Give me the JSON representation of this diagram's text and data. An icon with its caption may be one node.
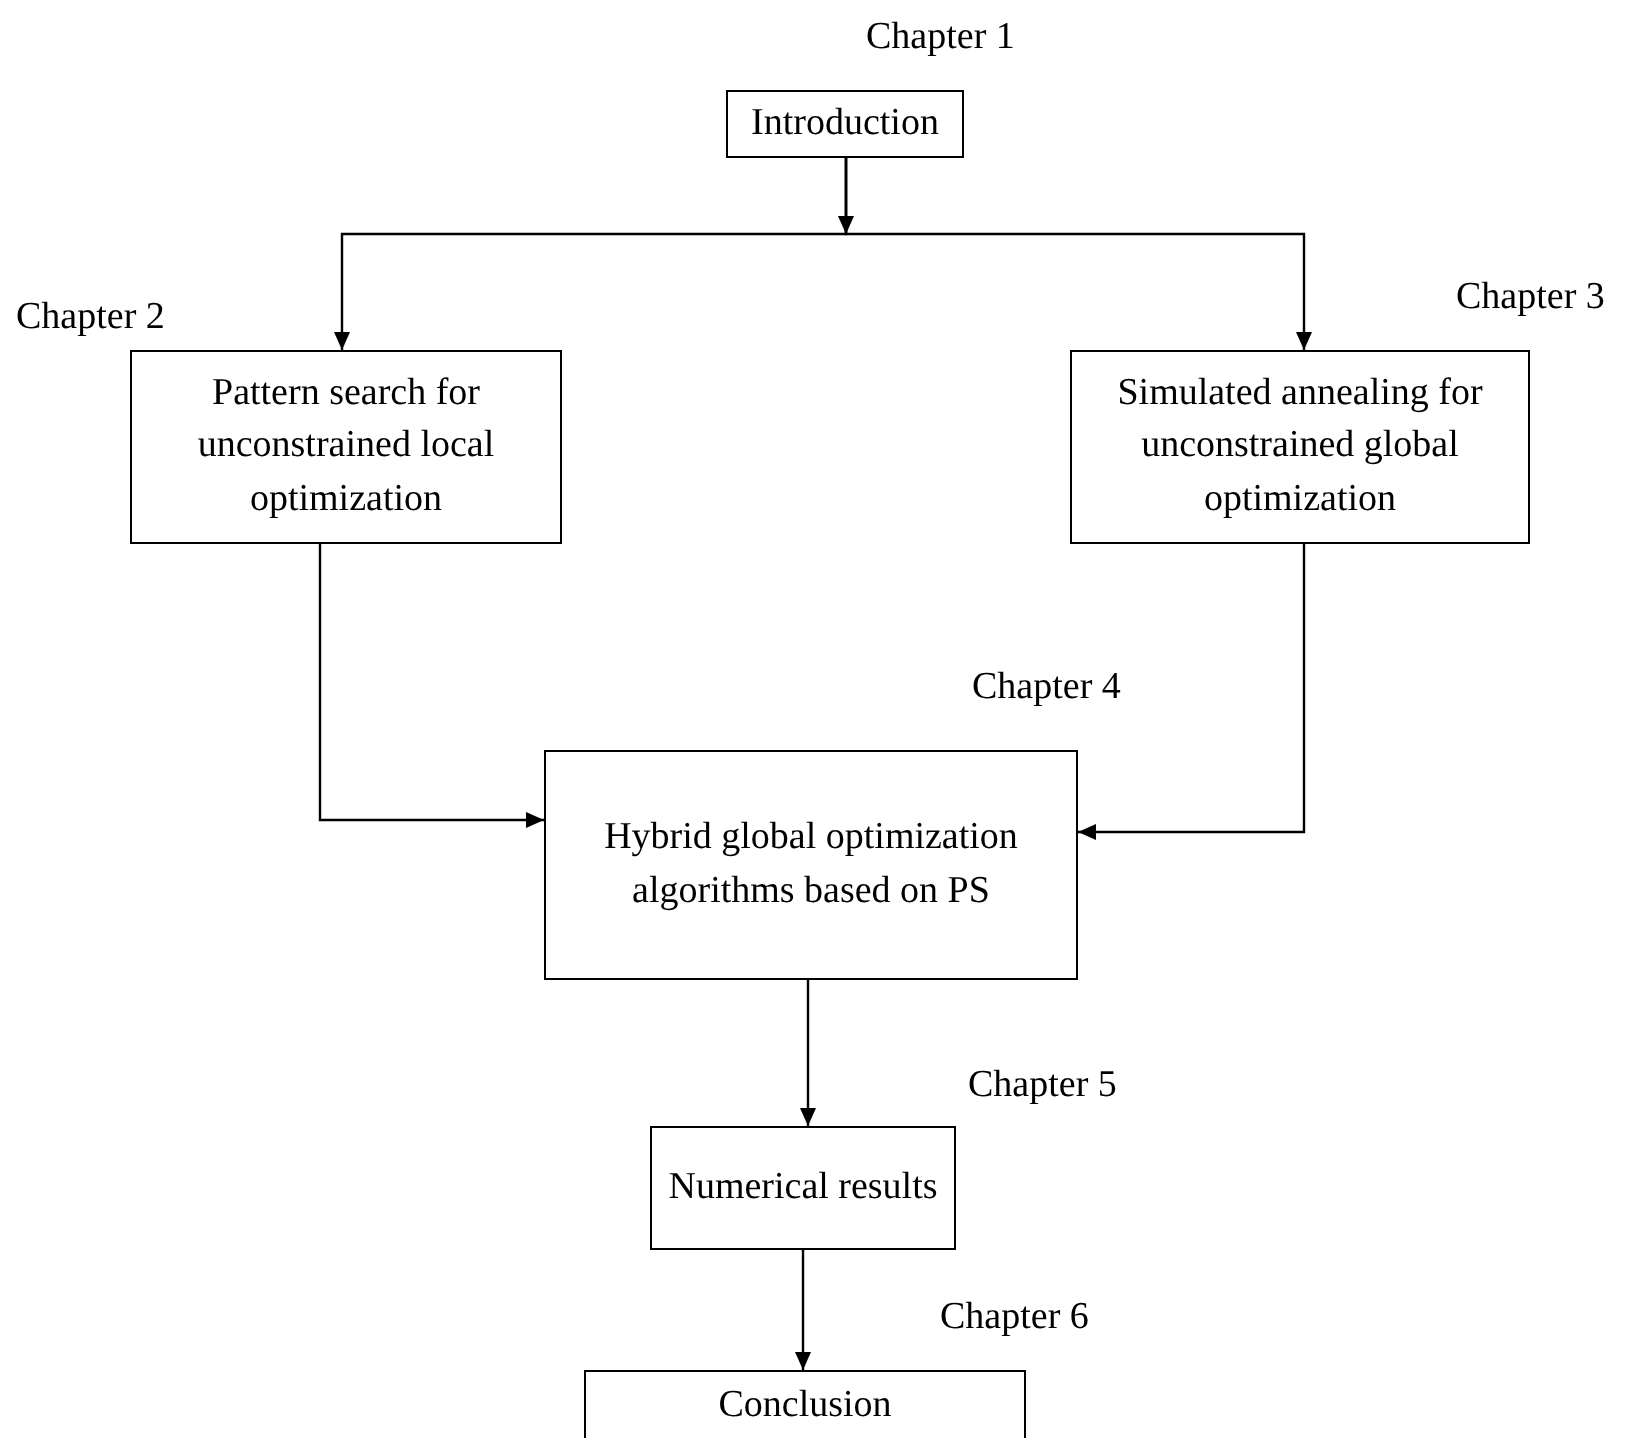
{
  "diagram": {
    "nodes": [
      {
        "text": [
          "Introduction"
        ],
        "beside": [
          "Chapter 1"
        ]
      },
      {
        "text": [
          "Pattern search for unconstrained local optimization"
        ],
        "beside": [
          "Chapter 2"
        ]
      },
      {
        "text": [
          "Simulated annealing for unconstrained global optimization"
        ],
        "beside": [
          "Chapter 3"
        ]
      },
      {
        "text": [
          "Hybrid global optimization algorithms based on PS"
        ],
        "beside": [
          "Chapter 4"
        ]
      },
      {
        "text": [
          "Numerical results"
        ],
        "beside": [
          "Chapter 5"
        ]
      },
      {
        "text": [
          "Conclusion"
        ],
        "beside": [
          "Chapter 6"
        ]
      }
    ],
    "edges": [
      {
        "from": 0,
        "to": 1,
        "arrow": "to"
      },
      {
        "from": 0,
        "to": 2,
        "arrow": "to"
      },
      {
        "from": 1,
        "to": 3,
        "arrow": "to"
      },
      {
        "from": 2,
        "to": 3,
        "arrow": "to"
      },
      {
        "from": 3,
        "to": 4,
        "arrow": "to"
      },
      {
        "from": 4,
        "to": 5,
        "arrow": "to"
      }
    ]
  }
}
